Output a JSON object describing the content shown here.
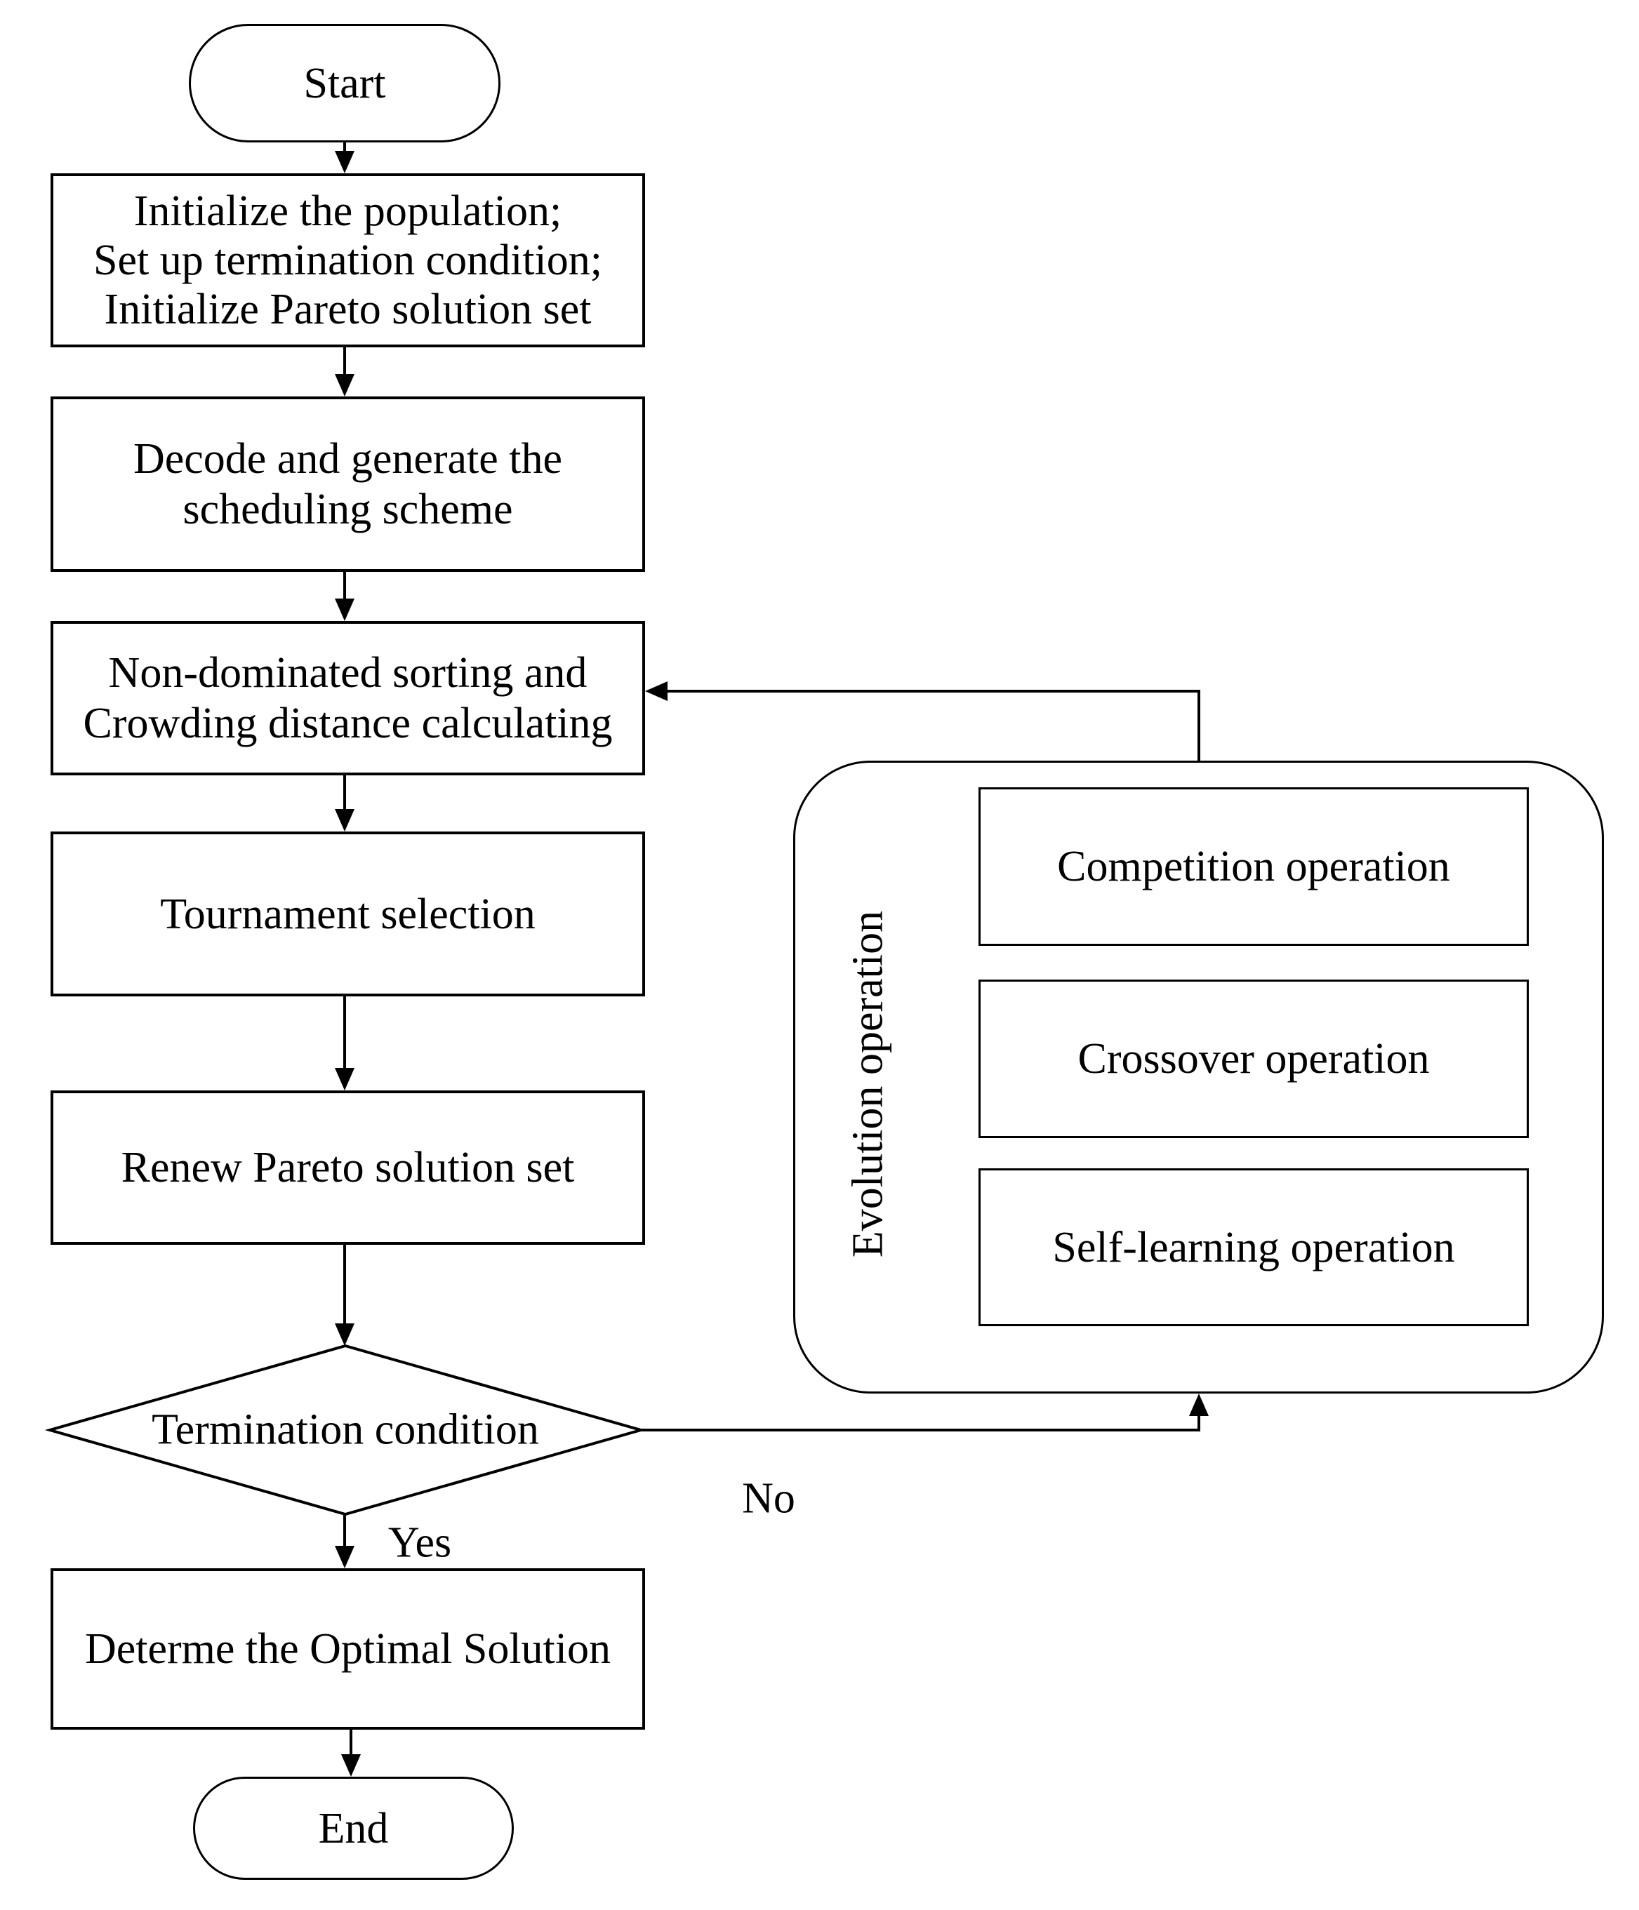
{
  "flowchart": {
    "nodes": {
      "start": "Start",
      "initialize": {
        "line1": "Initialize the population;",
        "line2": "Set up termination condition;",
        "line3": "Initialize Pareto solution set"
      },
      "decode": {
        "line1": "Decode and generate the",
        "line2": "scheduling scheme"
      },
      "sorting": {
        "line1": "Non-dominated sorting and",
        "line2": "Crowding distance calculating"
      },
      "tournament": "Tournament selection",
      "renew": "Renew Pareto solution set",
      "termination": "Termination condition",
      "determine": "Determe the Optimal Solution",
      "end": "End"
    },
    "branch_labels": {
      "yes": "Yes",
      "no": "No"
    },
    "evolution_group": {
      "label": "Evolution operation",
      "operations": [
        "Competition operation",
        "Crossover operation",
        "Self-learning operation"
      ]
    },
    "colors": {
      "stroke": "#000000",
      "fill": "#ffffff",
      "text": "#000000"
    }
  }
}
